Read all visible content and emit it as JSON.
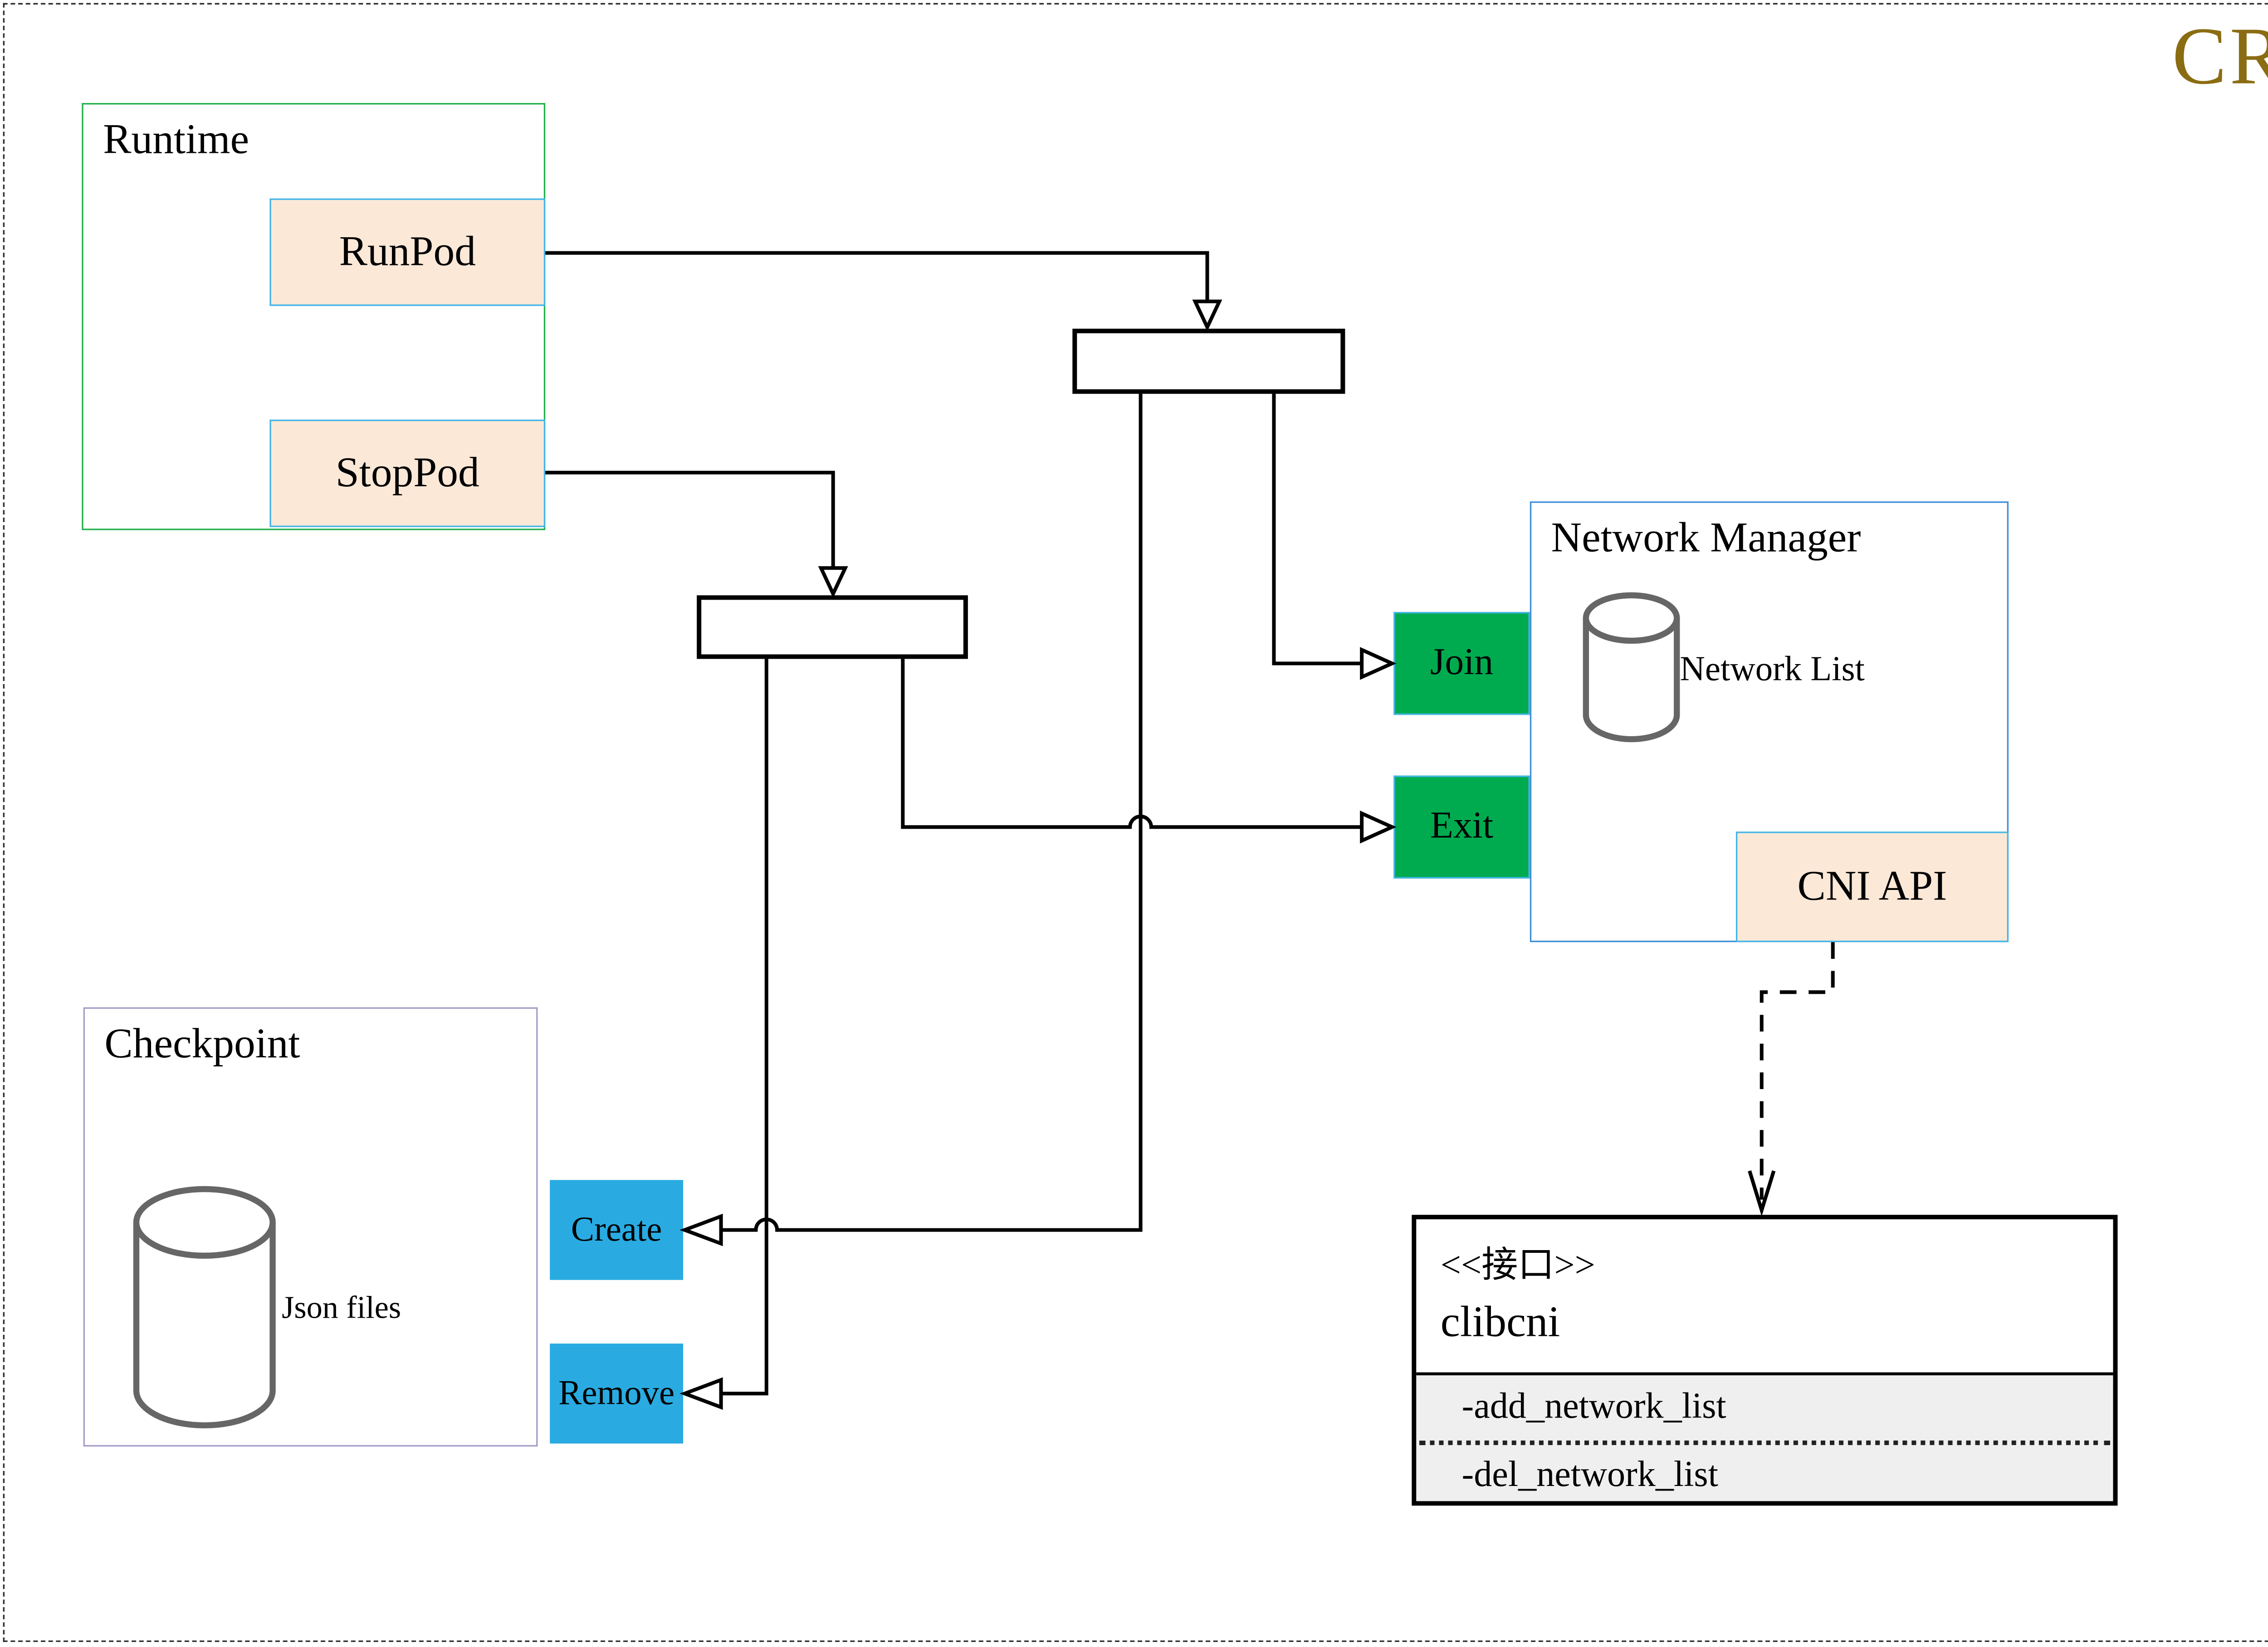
{
  "header": {
    "cri_label": "CRI"
  },
  "runtime": {
    "label": "Runtime",
    "runpod_label": "RunPod",
    "stoppod_label": "StopPod"
  },
  "network_manager": {
    "label": "Network Manager",
    "network_list_label": "Network List",
    "join_label": "Join",
    "exit_label": "Exit",
    "cni_api_label": "CNI API"
  },
  "checkpoint": {
    "label": "Checkpoint",
    "json_files_label": "Json files",
    "create_label": "Create",
    "remove_label": "Remove"
  },
  "clibcni": {
    "stereotype": "<<接口>>",
    "name": "clibcni",
    "methods": [
      "-add_network_list",
      "-del_network_list"
    ]
  },
  "colors": {
    "title_gold": "#8a6d12",
    "peach_fill": "#fbe8d7",
    "green_fill": "#00ab50",
    "blue_fill": "#29abe2",
    "runtime_border_green": "#22b14c",
    "network_manager_border_blue": "#3f8fd8",
    "checkpoint_border_purple": "#a79cc8",
    "port_border_blue": "#45b5e8"
  }
}
